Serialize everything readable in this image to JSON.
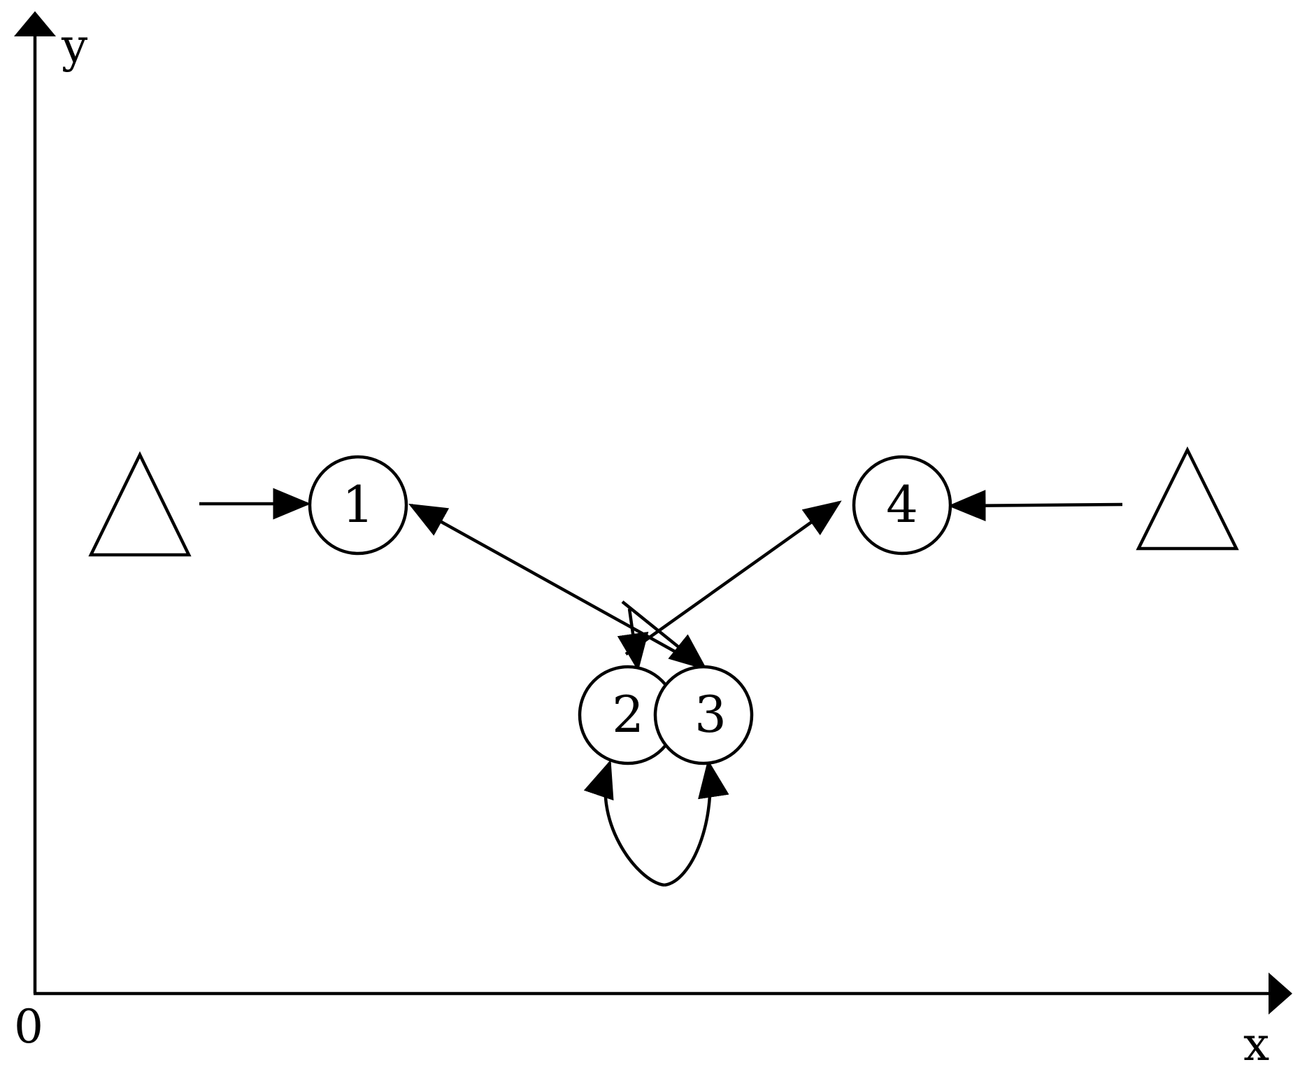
{
  "axes": {
    "x_label": "x",
    "y_label": "y",
    "origin_label": "0"
  },
  "nodes": [
    {
      "id": "1",
      "label": "1"
    },
    {
      "id": "2",
      "label": "2"
    },
    {
      "id": "3",
      "label": "3"
    },
    {
      "id": "4",
      "label": "4"
    }
  ],
  "sources": [
    {
      "id": "left",
      "shape": "triangle"
    },
    {
      "id": "right",
      "shape": "triangle"
    }
  ],
  "edges": [
    {
      "from": "left-triangle",
      "to": "1"
    },
    {
      "from": "right-triangle",
      "to": "4"
    },
    {
      "from": "3",
      "to": "1"
    },
    {
      "from": "2",
      "to": "4"
    },
    {
      "from": "1",
      "to": "3"
    },
    {
      "from": "4",
      "to": "2"
    },
    {
      "from": "2",
      "to": "3",
      "curved": true
    },
    {
      "from": "3",
      "to": "2",
      "curved": true
    }
  ],
  "colors": {
    "stroke": "#000000",
    "background": "#ffffff"
  }
}
